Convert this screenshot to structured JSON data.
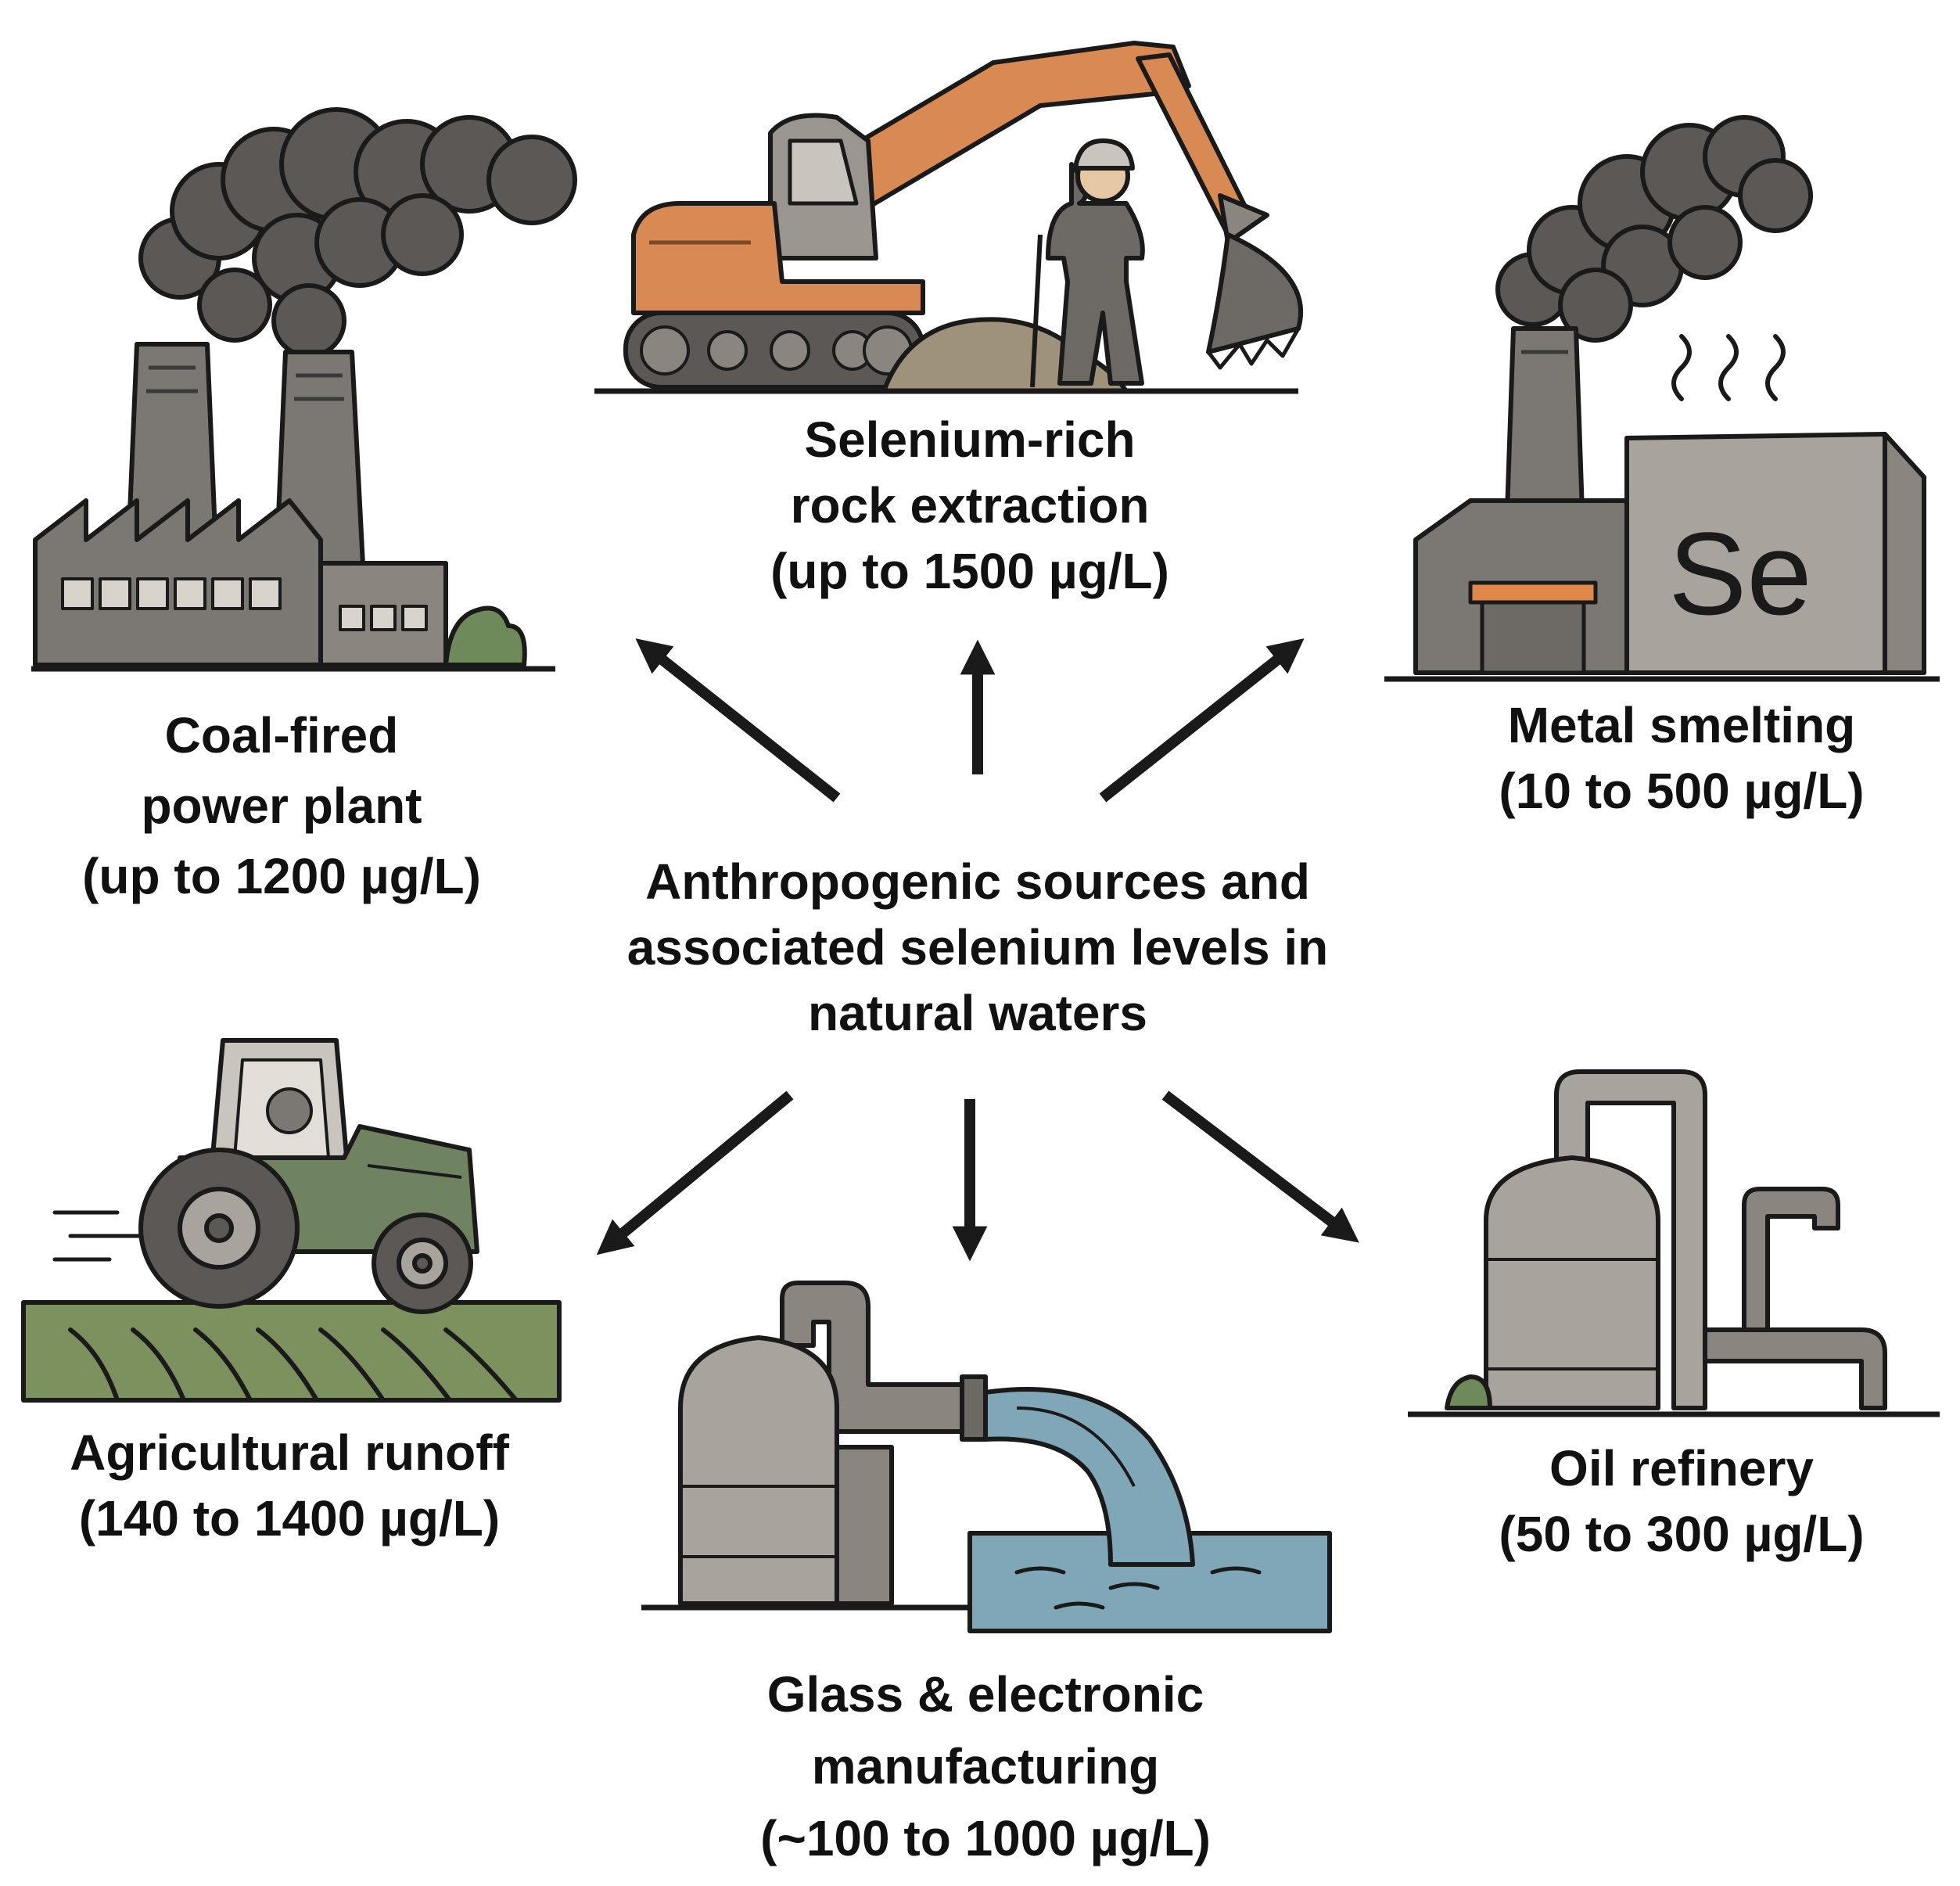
{
  "center_title": {
    "line1": "Anthropogenic sources and",
    "line2": "associated selenium levels in",
    "line3": "natural waters"
  },
  "sources": {
    "coal": {
      "line1": "Coal-fired",
      "line2": "power plant",
      "level": "(up to 1200 µg/L)"
    },
    "rock": {
      "line1": "Selenium-rich",
      "line2": "rock extraction",
      "level": "(up to 1500 µg/L)"
    },
    "metal": {
      "line1": "Metal smelting",
      "level": "(10 to 500 µg/L)",
      "symbol": "Se"
    },
    "agri": {
      "line1": "Agricultural runoff",
      "level": "(140 to 1400 µg/L)"
    },
    "glass": {
      "line1": "Glass & electronic",
      "line2": "manufacturing",
      "level": "(~100 to 1000 µg/L)"
    },
    "oil": {
      "line1": "Oil refinery",
      "level": "(50 to 300 µg/L)"
    }
  },
  "colors": {
    "outline": "#1a1a1a",
    "smoke": "#5b5856",
    "building": "#7b7772",
    "building_light": "#a8a39c",
    "excavator_orange": "#d98a52",
    "tractor_green": "#6f8361",
    "field_green": "#7d915f",
    "water_blue": "#7fa7b8",
    "accent_orange": "#e0874a"
  }
}
